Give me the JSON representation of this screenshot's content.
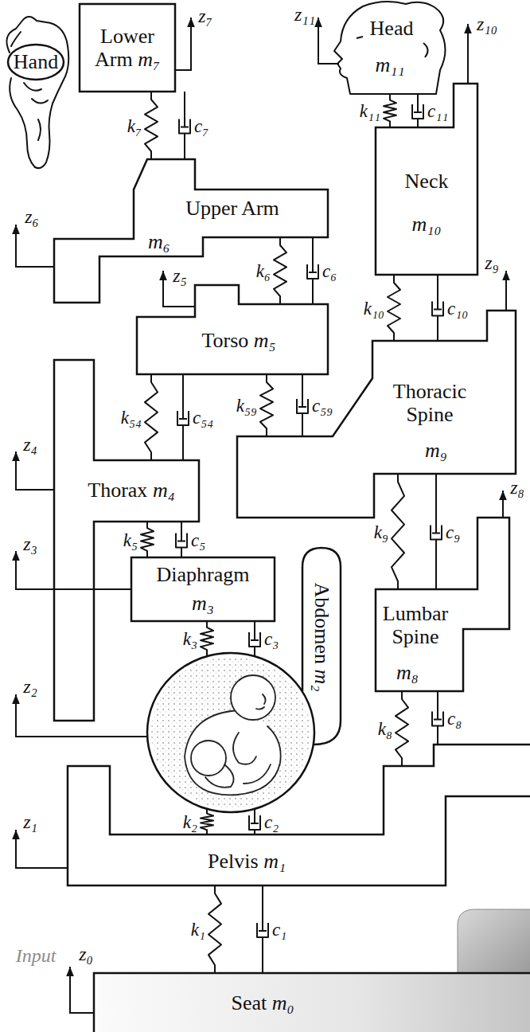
{
  "diagram": {
    "nodes": [
      {
        "text": [
          "Hand"
        ]
      },
      {
        "text": [
          "Lower Arm",
          "m₇"
        ]
      },
      {
        "text": [
          "Head",
          "m₁₁"
        ]
      },
      {
        "text": [
          "Upper Arm",
          "m₆"
        ]
      },
      {
        "text": [
          "Neck",
          "m₁₀"
        ]
      },
      {
        "text": [
          "Torso",
          "m₅"
        ]
      },
      {
        "text": [
          "Thorax",
          "m₄"
        ]
      },
      {
        "text": [
          "Thoracic Spine",
          "m₉"
        ]
      },
      {
        "text": [
          "Diaphragm",
          "m₃"
        ]
      },
      {
        "text": [
          "Abdomen",
          "m₂"
        ]
      },
      {
        "text": [
          "Lumbar Spine",
          "m₈"
        ]
      },
      {
        "text": [
          "Pelvis",
          "m₁"
        ]
      },
      {
        "text": [
          "Seat",
          "m₀"
        ]
      }
    ],
    "edges": [
      {
        "from": 1,
        "to": 3,
        "arrow": "none",
        "label": "k₇"
      },
      {
        "from": 1,
        "to": 3,
        "arrow": "none",
        "label": "c₇"
      },
      {
        "from": 2,
        "to": 4,
        "arrow": "none",
        "label": "k₁₁"
      },
      {
        "from": 2,
        "to": 4,
        "arrow": "none",
        "label": "c₁₁"
      },
      {
        "from": 3,
        "to": 5,
        "arrow": "none",
        "label": "k₆"
      },
      {
        "from": 3,
        "to": 5,
        "arrow": "none",
        "label": "c₆"
      },
      {
        "from": 4,
        "to": 7,
        "arrow": "none",
        "label": "k₁₀"
      },
      {
        "from": 4,
        "to": 7,
        "arrow": "none",
        "label": "c₁₀"
      },
      {
        "from": 5,
        "to": 6,
        "arrow": "none",
        "label": "k₅₄"
      },
      {
        "from": 5,
        "to": 6,
        "arrow": "none",
        "label": "c₅₄"
      },
      {
        "from": 5,
        "to": 7,
        "arrow": "none",
        "label": "k₅₉"
      },
      {
        "from": 5,
        "to": 7,
        "arrow": "none",
        "label": "c₅₉"
      },
      {
        "from": 6,
        "to": 8,
        "arrow": "none",
        "label": "k₅"
      },
      {
        "from": 6,
        "to": 8,
        "arrow": "none",
        "label": "c₅"
      },
      {
        "from": 7,
        "to": 10,
        "arrow": "none",
        "label": "k₉"
      },
      {
        "from": 7,
        "to": 10,
        "arrow": "none",
        "label": "c₉"
      },
      {
        "from": 8,
        "to": 9,
        "arrow": "none",
        "label": "k₃"
      },
      {
        "from": 8,
        "to": 9,
        "arrow": "none",
        "label": "c₃"
      },
      {
        "from": 10,
        "to": 11,
        "arrow": "none",
        "label": "k₈"
      },
      {
        "from": 10,
        "to": 11,
        "arrow": "none",
        "label": "c₈"
      },
      {
        "from": 9,
        "to": 11,
        "arrow": "none",
        "label": "k₂"
      },
      {
        "from": 9,
        "to": 11,
        "arrow": "none",
        "label": "c₂"
      },
      {
        "from": 11,
        "to": 12,
        "arrow": "none",
        "label": "k₁"
      },
      {
        "from": 11,
        "to": 12,
        "arrow": "none",
        "label": "c₁"
      }
    ],
    "labels": [
      "z₇",
      "z₁₁",
      "z₁₀",
      "z₆",
      "z₅",
      "z₉",
      "z₄",
      "z₃",
      "z₈",
      "z₂",
      "z₁",
      "Input",
      "z₀"
    ]
  }
}
